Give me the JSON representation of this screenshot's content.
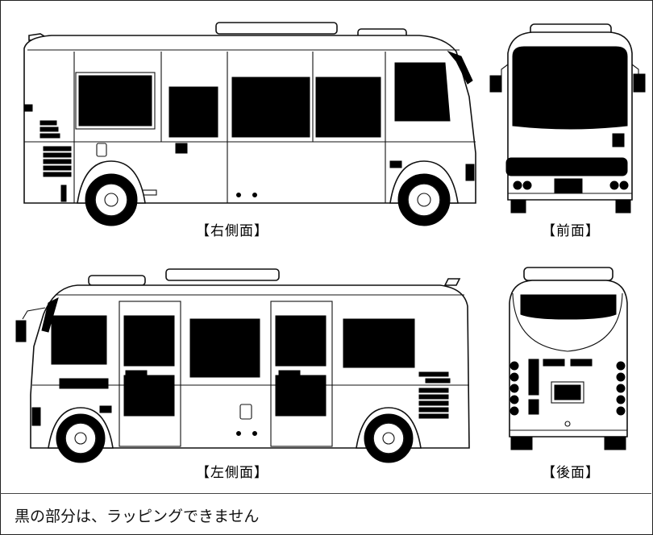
{
  "views": {
    "right": {
      "caption": "【右側面】"
    },
    "front": {
      "caption": "【前面】"
    },
    "left": {
      "caption": "【左側面】"
    },
    "rear": {
      "caption": "【後面】"
    }
  },
  "note": "黒の部分は、ラッピングできません",
  "colors": {
    "line": "#111111",
    "nowrap_fill": "#000000",
    "background": "#ffffff"
  }
}
